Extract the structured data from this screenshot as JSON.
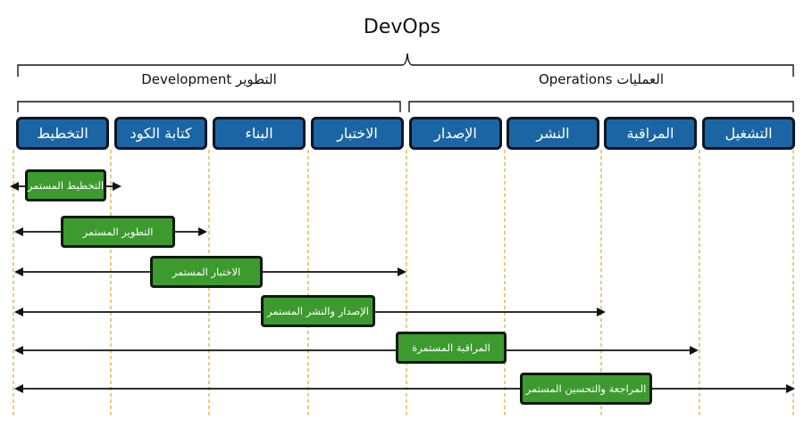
{
  "title": "DevOps",
  "groups": {
    "development": "Development التطوير",
    "operations": "Operations العمليات"
  },
  "phases": [
    "التخطيط",
    "كتابة الكود",
    "البناء",
    "الاختبار",
    "الإصدار",
    "النشر",
    "المراقبة",
    "التشغيل"
  ],
  "continuous_practices": [
    {
      "label": "التخطيط المستمر"
    },
    {
      "label": "التطوير المستمر"
    },
    {
      "label": "الاختبار المستمر"
    },
    {
      "label": "الإصدار والنشر المستمر"
    },
    {
      "label": "المراقبة المستمرة"
    },
    {
      "label": "المراجعة والتحسين المستمر"
    }
  ],
  "colors": {
    "phase_fill": "#1c65a5",
    "phase_border": "#0b1524",
    "practice_fill": "#3c9a2f",
    "guide_line": "#d7b23a"
  }
}
